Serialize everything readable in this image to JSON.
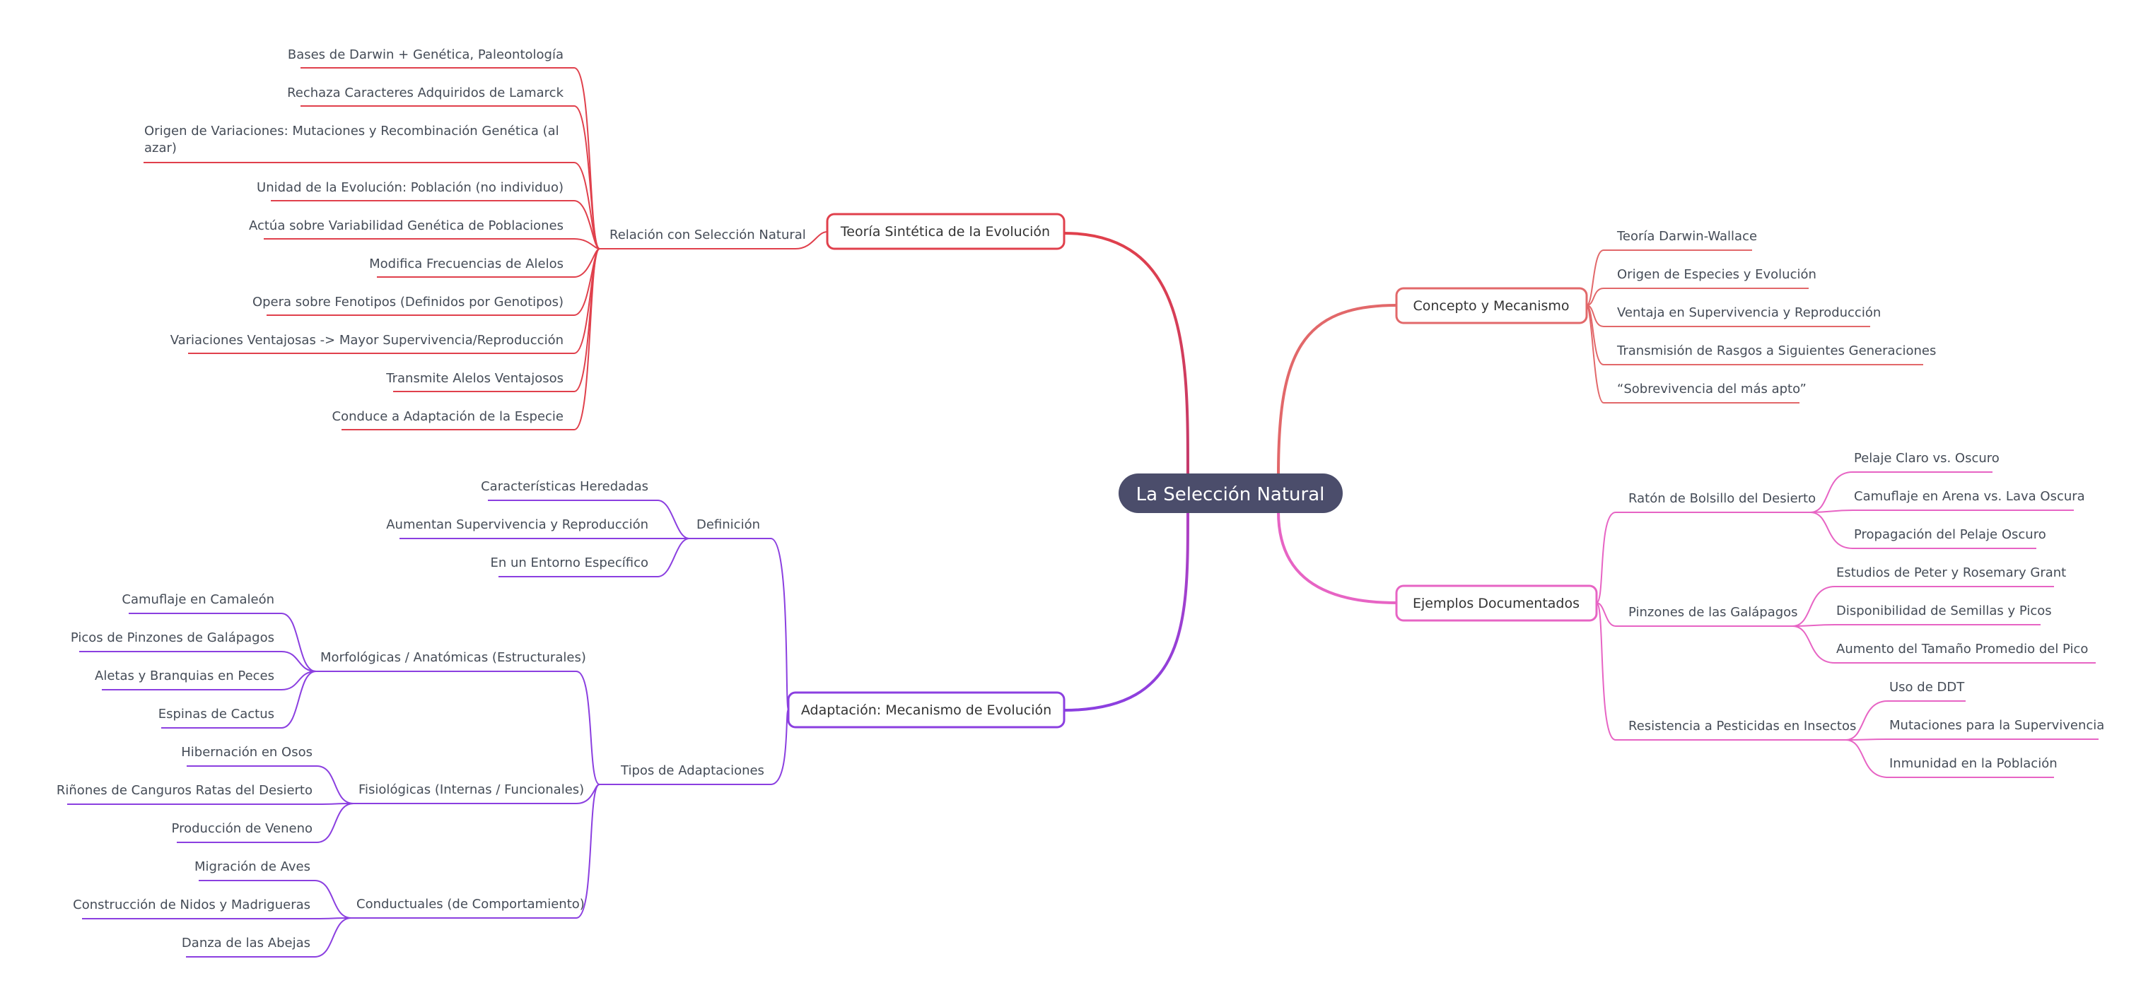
{
  "root": {
    "label": "La Selección Natural"
  },
  "colors": {
    "red": "#e0404c",
    "coral": "#e2686a",
    "pink": "#e764c4",
    "purple": "#8b3fe0",
    "root_fill": "#4b4d6b",
    "text": "#454c57"
  },
  "branches": [
    {
      "label": "Teoría Sintética de la Evolución",
      "hub": "Relación con Selección Natural",
      "leaves": [
        "Bases de Darwin + Genética, Paleontología",
        "Rechaza Caracteres Adquiridos de Lamarck",
        "Origen de Variaciones: Mutaciones y Recombinación Genética (al",
        "azar)",
        "Unidad de la Evolución: Población (no individuo)",
        "Actúa sobre Variabilidad Genética de Poblaciones",
        "Modifica Frecuencias de Alelos",
        "Opera sobre Fenotipos (Definidos por Genotipos)",
        "Variaciones Ventajosas -> Mayor Supervivencia/Reproducción",
        "Transmite Alelos Ventajosos",
        "Conduce a Adaptación de la Especie"
      ]
    },
    {
      "label": "Concepto y Mecanismo",
      "leaves": [
        "Teoría Darwin-Wallace",
        "Origen de Especies y Evolución",
        "Ventaja en Supervivencia y Reproducción",
        "Transmisión de Rasgos a Siguientes Generaciones",
        "“Sobrevivencia del más apto”"
      ]
    },
    {
      "label": "Ejemplos Documentados",
      "groups": [
        {
          "label": "Ratón de Bolsillo del Desierto",
          "leaves": [
            "Pelaje Claro vs. Oscuro",
            "Camuflaje en Arena vs. Lava Oscura",
            "Propagación del Pelaje Oscuro"
          ]
        },
        {
          "label": "Pinzones de las Galápagos",
          "leaves": [
            "Estudios de Peter y Rosemary Grant",
            "Disponibilidad de Semillas y Picos",
            "Aumento del Tamaño Promedio del Pico"
          ]
        },
        {
          "label": "Resistencia a Pesticidas en Insectos",
          "leaves": [
            "Uso de DDT",
            "Mutaciones para la Supervivencia",
            "Inmunidad en la Población"
          ]
        }
      ]
    },
    {
      "label": "Adaptación: Mecanismo de Evolución",
      "definicion": {
        "label": "Definición",
        "leaves": [
          "Características Heredadas",
          "Aumentan Supervivencia y Reproducción",
          "En un Entorno Específico"
        ]
      },
      "tipos": {
        "label": "Tipos de Adaptaciones",
        "groups": [
          {
            "label": "Morfológicas / Anatómicas (Estructurales)",
            "leaves": [
              "Camuflaje en Camaleón",
              "Picos de Pinzones de Galápagos",
              "Aletas y Branquias en Peces",
              "Espinas de Cactus"
            ]
          },
          {
            "label": "Fisiológicas (Internas / Funcionales)",
            "leaves": [
              "Hibernación en Osos",
              "Riñones de Canguros Ratas del Desierto",
              "Producción de Veneno"
            ]
          },
          {
            "label": "Conductuales (de Comportamiento)",
            "leaves": [
              "Migración de Aves",
              "Construcción de Nidos y Madrigueras",
              "Danza de las Abejas"
            ]
          }
        ]
      }
    }
  ]
}
